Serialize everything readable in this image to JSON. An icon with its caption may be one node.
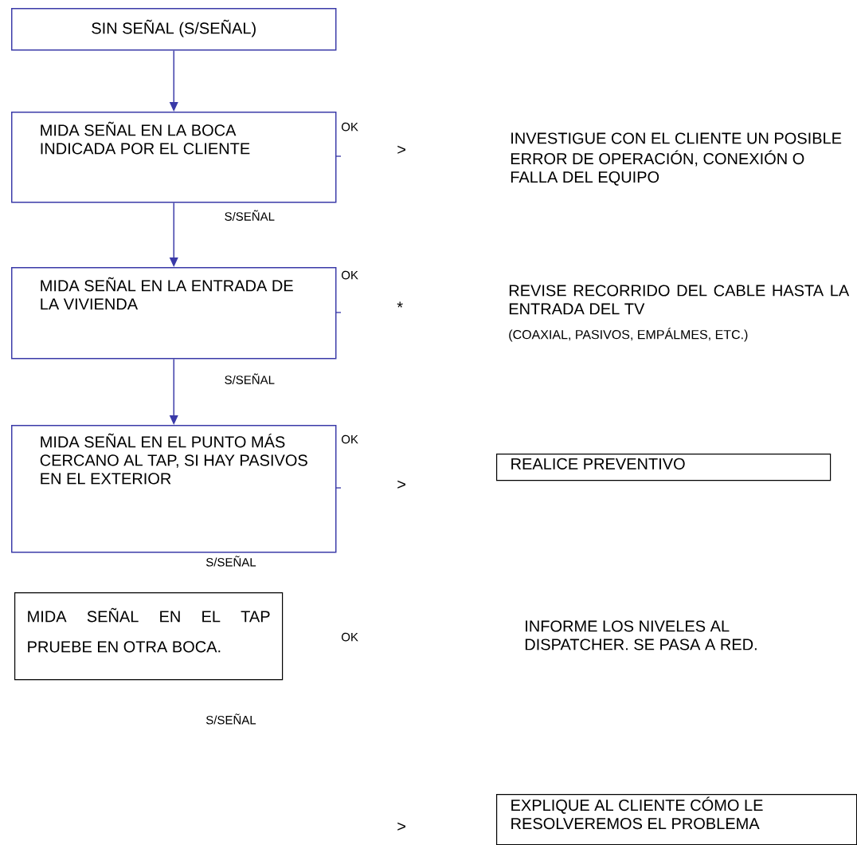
{
  "diagram": {
    "nodes": [
      {
        "text": [
          "SIN SEÑAL (S/SEÑAL)"
        ]
      },
      {
        "text": [
          "MIDA SEÑAL EN LA BOCA INDICADA  POR EL CLIENTE"
        ]
      },
      {
        "text": [
          "MIDA SEÑAL EN LA ENTRADA DE  LA VIVIENDA"
        ]
      },
      {
        "text": [
          "MIDA SEÑAL  EN EL PUNTO MÁS CERCANO AL TAP, SI HAY PASIVOS EN EL EXTERIOR"
        ]
      },
      {
        "text": [
          "MIDA SEÑAL EN EL TAP PRUEBE EN OTRA BOCA."
        ]
      },
      {
        "text": [
          "REALICE PREVENTIVO"
        ]
      },
      {
        "text": [
          "EXPLIQUE AL CLIENTE CÓMO LE RESOLVEREMOS EL PROBLEMA"
        ]
      }
    ],
    "edges": [
      {
        "from": 0,
        "to": 1,
        "arrow": "to"
      },
      {
        "from": 1,
        "to": 2,
        "arrow": "to",
        "label": "S/SEÑAL"
      },
      {
        "from": 2,
        "to": 3,
        "arrow": "to",
        "label": "S/SEÑAL"
      }
    ],
    "labels": [
      "OK",
      ">",
      "INVESTIGUE CON EL CLIENTE UN POSIBLE ERROR DE OPERACIÓN, CONEXIÓN O FALLA DEL EQUIPO",
      "OK",
      "*",
      "REVISE RECORRIDO DEL CABLE HASTA LA ENTRADA DEL TV",
      "(COAXIAL, PASIVOS, EMPÁLMES, ETC.)",
      "OK",
      ">",
      "S/SEÑAL",
      "OK",
      "INFORME LOS NIVELES AL DISPATCHER. SE PASA A RED.",
      "S/SEÑAL",
      ">"
    ]
  }
}
